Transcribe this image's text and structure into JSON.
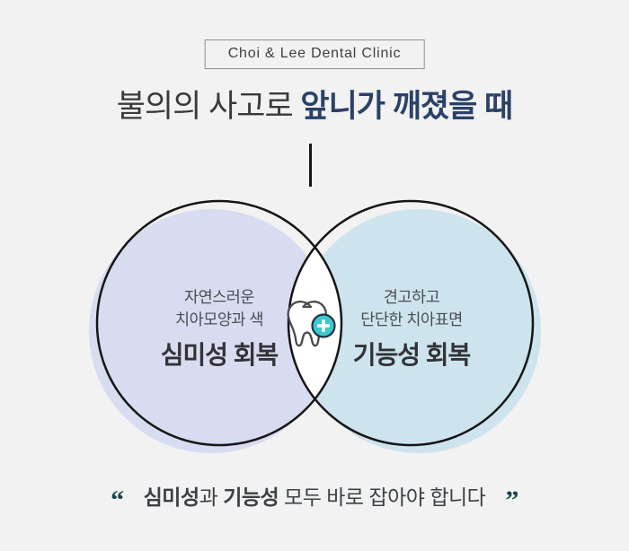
{
  "page": {
    "background": "#f2f2f3"
  },
  "badge": {
    "label": "Choi & Lee Dental Clinic"
  },
  "title": {
    "normal": "불의의 사고로 ",
    "emphasis": "앞니가 깨졌을 때",
    "emphasis_color": "#2b4168"
  },
  "venn": {
    "outline_color": "#151515",
    "lens_fill": "#ffffff",
    "left": {
      "fill": "#d8dcf1",
      "line1": "자연스러운",
      "line2": "치아모양과 색",
      "headline": "심미성 회복"
    },
    "right": {
      "fill": "#cde4ee",
      "line1": "견고하고",
      "line2": "단단한 치아표면",
      "headline": "기능성 회복"
    },
    "tooth_icon": {
      "stroke": "#4a4a4e",
      "plus_fill": "#3cc7d1",
      "plus_ring": "#1c3440"
    }
  },
  "quote": {
    "open_mark": "“",
    "close_mark": "”",
    "mark_color": "#17454a",
    "bold1": "심미성",
    "normal1": "과 ",
    "bold2": "기능성",
    "normal2": " 모두 바로 잡아야 합니다"
  }
}
